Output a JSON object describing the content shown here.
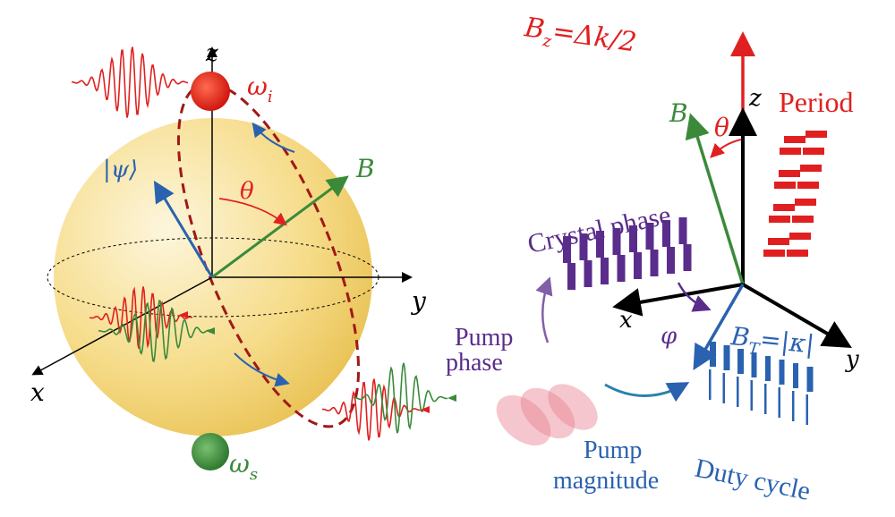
{
  "left": {
    "axis_z": "z",
    "axis_y": "y",
    "axis_x": "x",
    "omega_i": "ω",
    "omega_i_sub": "i",
    "omega_s": "ω",
    "omega_s_sub": "s",
    "psi": "|ψ⟩",
    "theta": "θ",
    "B": "B"
  },
  "right": {
    "bz_label": "B",
    "bz_sub": "z",
    "bz_rest": "=Δk/2",
    "period": "Period",
    "axis_z": "z",
    "theta": "θ",
    "B": "B",
    "crystal_phase": "Crystal phase",
    "pump_phase_1": "Pump",
    "pump_phase_2": "phase",
    "phi": "φ",
    "axis_x": "x",
    "axis_y": "y",
    "bt_label": "B",
    "bt_sub": "T",
    "bt_rest": "=|κ|",
    "duty_cycle": "Duty cycle",
    "pump_mag_1": "Pump",
    "pump_mag_2": "magnitude"
  },
  "colors": {
    "red": "#e02020",
    "green": "#3a8a3a",
    "blue": "#2a62b0",
    "purple": "#5a2d8c",
    "black": "#000000"
  }
}
